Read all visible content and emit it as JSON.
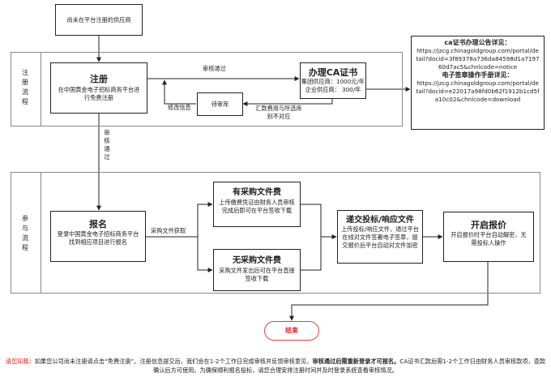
{
  "start": {
    "text": "尚未在平台注册的供应商"
  },
  "lanes": {
    "register": {
      "label": "注册流程"
    },
    "participate": {
      "label": "参与流程"
    }
  },
  "register": {
    "title": "注册",
    "desc": "在中国黄金电子招标商务平台进行免费注册"
  },
  "pending": {
    "title": "待审库"
  },
  "ca": {
    "title": "办理CA证书",
    "line1": "集团供应商：1000元/年",
    "line2": "企业供应商：  300/年"
  },
  "edges": {
    "approved": "审核通过",
    "modify": "修改信息",
    "mismatch": "汇款费用与所选库别不对应",
    "approved_vertical": "审核通过",
    "fee": "采购文件获取"
  },
  "notice": {
    "heading1": "ca证书办理公告详见：",
    "url1": "https://jzcg.chinagoldgroup.com/portal/detail?docid=3f89378a736da84598d1a719760d7ac5&chnlcode=notice",
    "heading2": "电子签章操作手册详见：",
    "url2": "https://jzcg.chinagoldgroup.com/portal/detail?docid=e22017a98fd0b62f1912b1cd5fa10c02&chnlcode=download"
  },
  "signup": {
    "title": "报名",
    "desc": "登录中国黄金电子招标商务平台找到相应项目进行报名"
  },
  "paid": {
    "title": "有采购文件费",
    "desc": "上传缴费凭证由财务人员审核完成后即可在平台签收下载"
  },
  "free": {
    "title": "无采购文件费",
    "desc": "采购文件发出后可在平台直接签收下载"
  },
  "submit": {
    "title": "递交投标/响应文件",
    "desc": "上传投标/响应文件，通过平台在线对文件签署电子签章，提交报价后平台自动对文件加密"
  },
  "open": {
    "title": "开启报价",
    "desc": "开启报价时平台自动解密，无需投标人操作"
  },
  "end": {
    "text": "结束"
  },
  "footer": {
    "prefix": "请您知晓：",
    "part1": "如果您公司尚未注册请点击“免费注册”。注册信息提交后，我们会在1-2个工作日完成审核并反馈审核意见，",
    "bold": "审核通过后需重新登录才可报名。",
    "part2": "CA证书汇款后需1-2个工作日由财务人员审核款项，查款确认后方可使用。为确保顺利报名投标，请您合理安排注册时间并及时登录系统查看审核情况。"
  },
  "colors": {
    "line": "#222222",
    "end_border": "#dd4444",
    "notice_red": "#e02020"
  }
}
